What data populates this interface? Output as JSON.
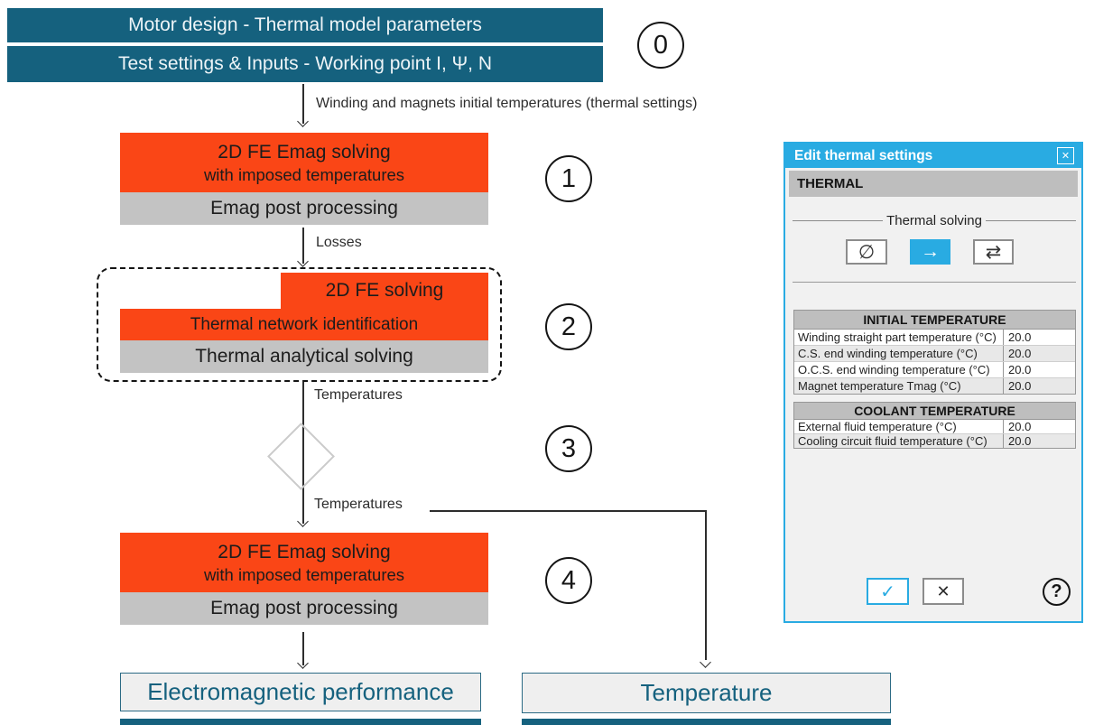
{
  "colors": {
    "teal": "#15617E",
    "orange": "#FA4616",
    "gray": "#C3C3C3",
    "accent_cyan": "#29ABE2"
  },
  "flow": {
    "bar1": "Motor design - Thermal model parameters",
    "bar2": "Test settings & Inputs - Working point I, Ψ, N",
    "badges": [
      "0",
      "1",
      "2",
      "3",
      "4"
    ],
    "labels": {
      "initial_temperatures": "Winding and magnets initial temperatures (thermal settings)",
      "losses": "Losses",
      "temperatures_mid": "Temperatures",
      "temperatures_out": "Temperatures"
    },
    "block1": {
      "line1": "2D FE Emag solving",
      "line2": "with imposed temperatures",
      "post": "Emag post processing"
    },
    "block2": {
      "fe_solving": "2D FE solving",
      "network": "Thermal network identification",
      "analytical": "Thermal analytical solving"
    },
    "block4": {
      "line1": "2D FE Emag solving",
      "line2": "with imposed temperatures",
      "post": "Emag post processing"
    },
    "outputs": {
      "emag": "Electromagnetic performance",
      "temperature": "Temperature"
    }
  },
  "dialog": {
    "title": "Edit thermal settings",
    "section_header": "THERMAL",
    "group_label": "Thermal solving",
    "modes": [
      {
        "name": "no thermal solving",
        "glyph": "∅",
        "selected": false
      },
      {
        "name": "one-way thermal solving",
        "glyph": "→",
        "selected": true
      },
      {
        "name": "iterative thermal solving",
        "glyph": "⇄",
        "selected": false
      }
    ],
    "tables": [
      {
        "header": "INITIAL TEMPERATURE",
        "rows": [
          {
            "label": "Winding straight part temperature (°C)",
            "value": "20.0"
          },
          {
            "label": "C.S. end winding temperature (°C)",
            "value": "20.0"
          },
          {
            "label": "O.C.S. end winding temperature (°C)",
            "value": "20.0"
          },
          {
            "label": "Magnet temperature Tmag (°C)",
            "value": "20.0"
          }
        ]
      },
      {
        "header": "COOLANT TEMPERATURE",
        "rows": [
          {
            "label": "External fluid temperature (°C)",
            "value": "20.0"
          },
          {
            "label": "Cooling circuit fluid temperature (°C)",
            "value": "20.0"
          }
        ]
      }
    ],
    "icons": {
      "close": "✕",
      "ok": "✓",
      "cancel": "✕",
      "help": "?"
    }
  }
}
